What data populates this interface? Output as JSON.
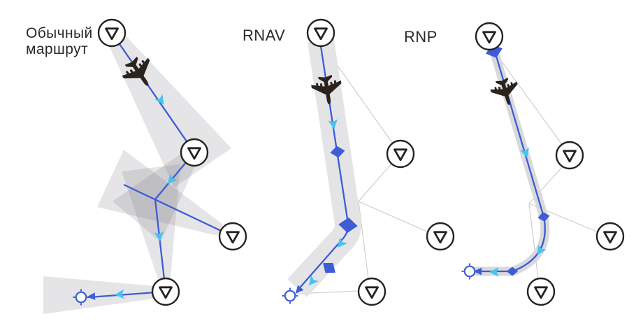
{
  "panels": [
    {
      "id": "conventional",
      "label": "Обычный маршрут"
    },
    {
      "id": "rnav",
      "label": "RNAV"
    },
    {
      "id": "rnp",
      "label": "RNP"
    }
  ],
  "colors": {
    "background": "#ffffff",
    "route_blue": "#3d5cd6",
    "arrow_cyan": "#45c3f2",
    "corridor_gray": "#e4e4e6",
    "corridor_gray_dark": "#d9d9db",
    "corridor_overlay": "rgba(125,125,135,0.2)",
    "reference_line_gray": "#cbcbcb",
    "beacon_ink": "#25221f",
    "aircraft_ink": "#2c231d",
    "label_ink": "#2a2a27"
  },
  "icons": {
    "vor_beacon": "circle with inverted triangle outline",
    "waypoint": "blue diamond",
    "aircraft": "dark airliner silhouette",
    "route_end_fix": "small blue circle with four tick marks",
    "direction_arrow": "cyan arrowhead on route"
  }
}
